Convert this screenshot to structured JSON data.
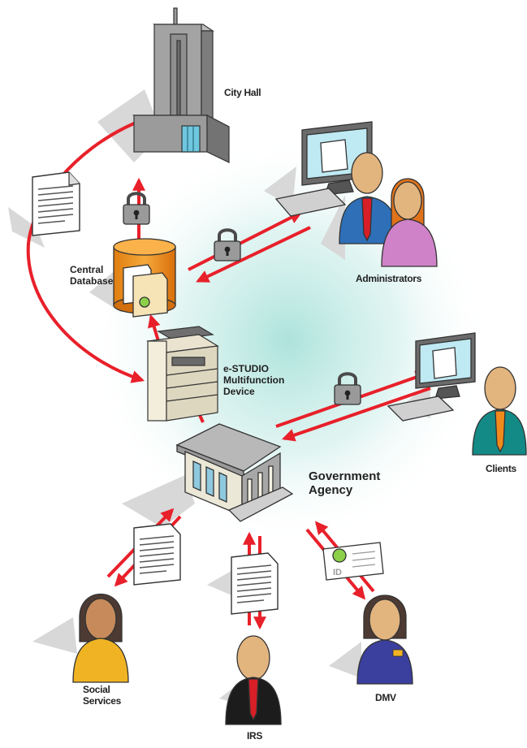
{
  "nodes": {
    "city_hall": "City Hall",
    "central_database_line1": "Central",
    "central_database_line2": "Database",
    "administrators": "Administrators",
    "mfd_line1": "e-STUDIO",
    "mfd_line2": "Multifunction",
    "mfd_line3": "Device",
    "government_agency_line1": "Government",
    "government_agency_line2": "Agency",
    "clients": "Clients",
    "social_services_line1": "Social",
    "social_services_line2": "Services",
    "irs": "IRS",
    "dmv": "DMV"
  },
  "id_card": {
    "text": "ID"
  },
  "colors": {
    "arrow": "#e8202a",
    "glow": "#cdeee9",
    "building": "#a0a0a0",
    "database": "#f39c1f",
    "skin": "#dfb27c",
    "lock": "#8d8d8d"
  }
}
